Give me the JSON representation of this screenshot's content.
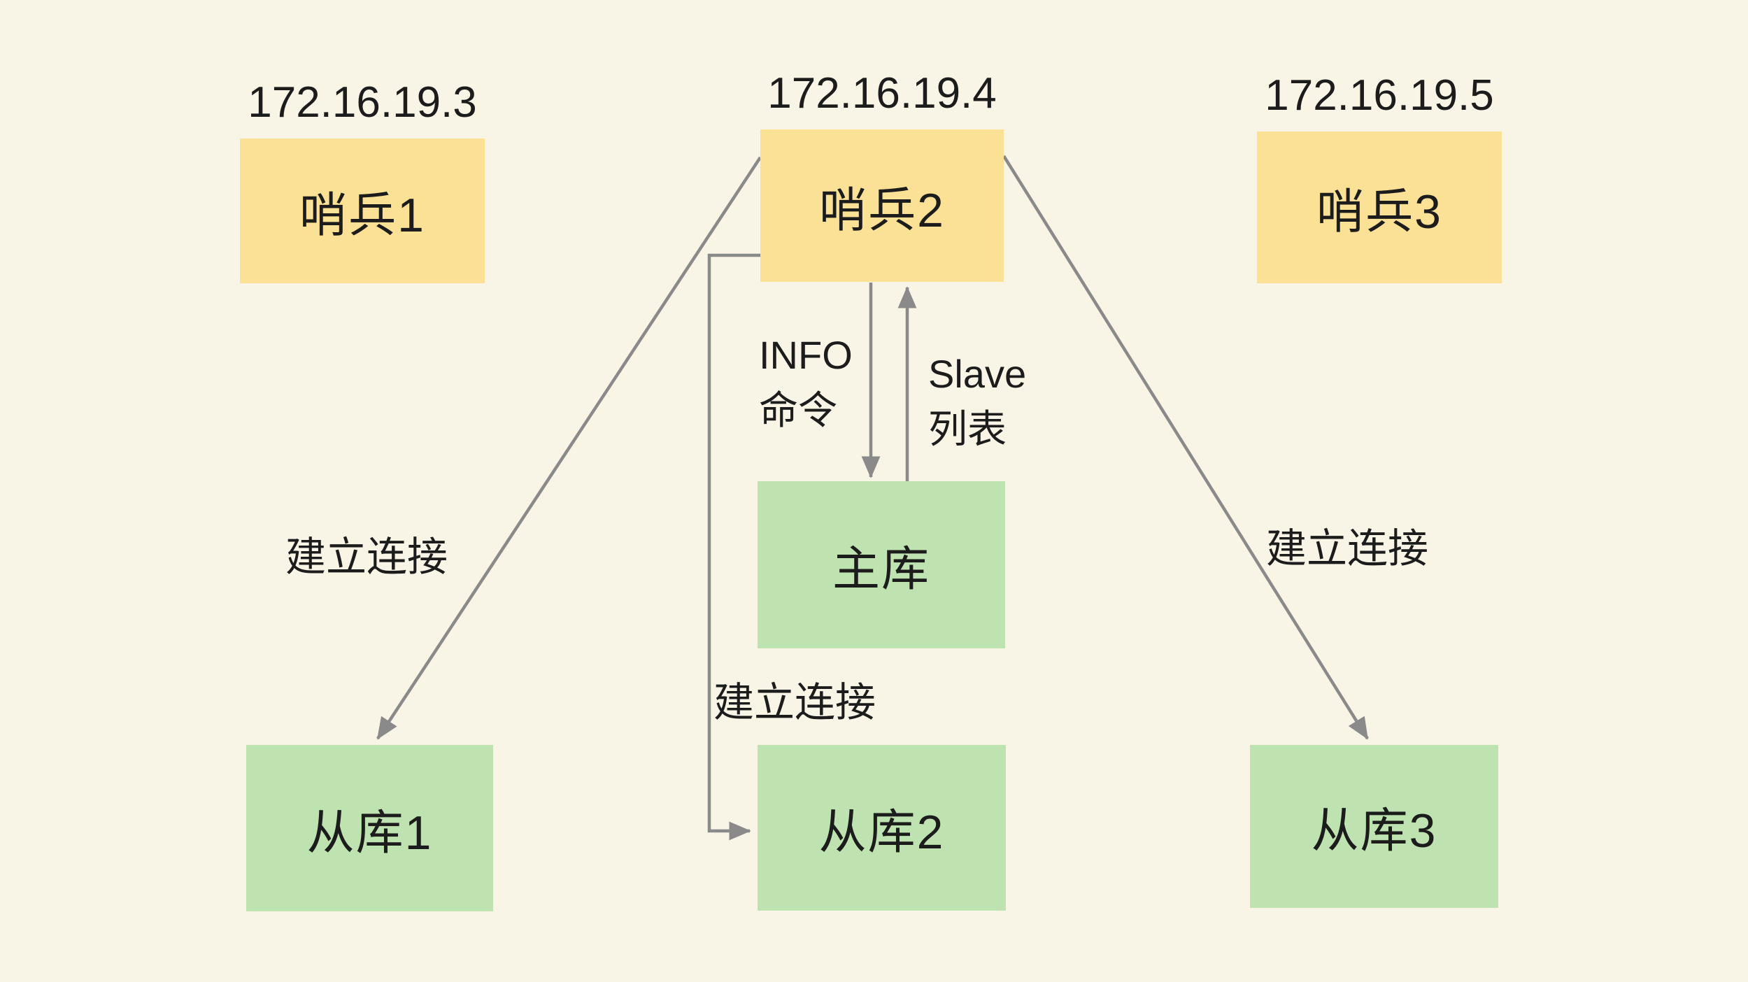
{
  "diagram": {
    "description_colors": {
      "background": "#f8f5e6",
      "sentinel_fill": "#fbe195",
      "database_fill": "#bee3b1",
      "arrow": "#8a8a8a",
      "text": "#1c1c1c"
    },
    "nodes": {
      "sentinel1": {
        "label": "哨兵1",
        "ip": "172.16.19.3"
      },
      "sentinel2": {
        "label": "哨兵2",
        "ip": "172.16.19.4"
      },
      "sentinel3": {
        "label": "哨兵3",
        "ip": "172.16.19.5"
      },
      "master": {
        "label": "主库"
      },
      "slave1": {
        "label": "从库1"
      },
      "slave2": {
        "label": "从库2"
      },
      "slave3": {
        "label": "从库3"
      }
    },
    "edges": {
      "connect_left": {
        "label": "建立连接"
      },
      "connect_middle": {
        "label": "建立连接"
      },
      "connect_right": {
        "label": "建立连接"
      },
      "info_command": {
        "line1": "INFO",
        "line2": "命令"
      },
      "slave_list": {
        "line1": "Slave",
        "line2": "列表"
      }
    }
  }
}
